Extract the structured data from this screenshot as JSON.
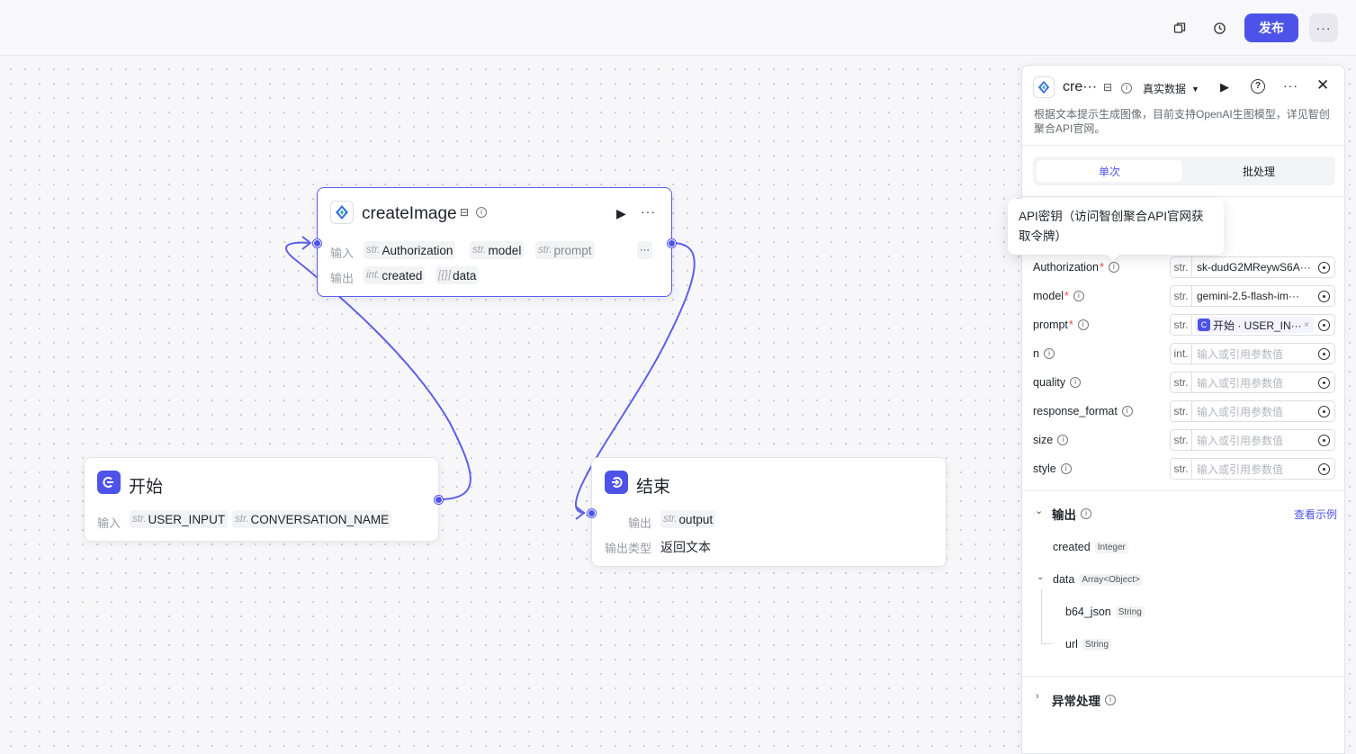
{
  "topbar": {
    "publish_label": "发布",
    "more_label": "···"
  },
  "nodes": {
    "create_image": {
      "title": "createImage",
      "input_label": "输入",
      "output_label": "输出",
      "inputs": [
        {
          "type": "str.",
          "name": "Authorization"
        },
        {
          "type": "str.",
          "name": "model"
        },
        {
          "type": "str.",
          "name": "prompt"
        }
      ],
      "outputs": [
        {
          "type": "int.",
          "name": "created"
        },
        {
          "type": "[{}]",
          "name": "data"
        }
      ],
      "more_label": "···"
    },
    "start": {
      "title": "开始",
      "input_label": "输入",
      "inputs": [
        {
          "type": "str.",
          "name": "USER_INPUT"
        },
        {
          "type": "str.",
          "name": "CONVERSATION_NAME"
        }
      ]
    },
    "end": {
      "title": "结束",
      "output_label": "输出",
      "output_type_label": "输出类型",
      "output_type_value": "返回文本",
      "outputs": [
        {
          "type": "str.",
          "name": "output"
        }
      ]
    }
  },
  "panel": {
    "title": "cre···",
    "data_mode": "真实数据",
    "description": "根据文本提示生成图像，目前支持OpenAI生图模型，详见智创聚合API官网。",
    "tabs": [
      "单次",
      "批处理"
    ],
    "tooltip": "API密钥（访问智创聚合API官网获取令牌）",
    "params": [
      {
        "name": "Authorization",
        "required": true,
        "type": "str.",
        "value": "sk-dudG2MReywS6A···",
        "placeholder": false
      },
      {
        "name": "model",
        "required": true,
        "type": "str.",
        "value": "gemini-2.5-flash-im···",
        "placeholder": false
      },
      {
        "name": "prompt",
        "required": true,
        "type": "str.",
        "value": "开始 · USER_IN···",
        "reference": true
      },
      {
        "name": "n",
        "required": false,
        "type": "int.",
        "value": "输入或引用参数值",
        "placeholder": true
      },
      {
        "name": "quality",
        "required": false,
        "type": "str.",
        "value": "输入或引用参数值",
        "placeholder": true
      },
      {
        "name": "response_format",
        "required": false,
        "type": "str.",
        "value": "输入或引用参数值",
        "placeholder": true
      },
      {
        "name": "size",
        "required": false,
        "type": "str.",
        "value": "输入或引用参数值",
        "placeholder": true
      },
      {
        "name": "style",
        "required": false,
        "type": "str.",
        "value": "输入或引用参数值",
        "placeholder": true
      }
    ],
    "output_section": {
      "title": "输出",
      "example_link": "查看示例",
      "fields": [
        {
          "name": "created",
          "type": "Integer"
        },
        {
          "name": "data",
          "type": "Array<Object>"
        },
        {
          "name": "b64_json",
          "type": "String"
        },
        {
          "name": "url",
          "type": "String"
        }
      ]
    },
    "error_section": {
      "title": "异常处理"
    }
  }
}
